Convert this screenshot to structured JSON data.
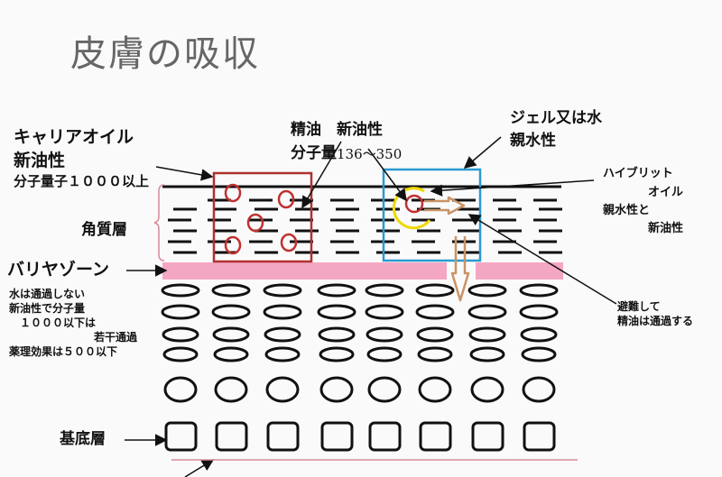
{
  "title": "皮膚の吸収",
  "carrier_oil": {
    "heading": "キャリアオイル",
    "property": "新油性",
    "molecular_weight": "分子量子１０００以上"
  },
  "essential_oil": {
    "heading": "精油　新油性",
    "molecular_weight_prefix": "分子量",
    "molecular_weight_range": "136〜350"
  },
  "gel_water": {
    "heading": "ジェル又は水",
    "property": "親水性"
  },
  "hybrid_oil": {
    "line1": "ハイブリット",
    "line2": "オイル",
    "line3": "親水性と",
    "line4": "新油性"
  },
  "layers": {
    "stratum_corneum": "角質層",
    "barrier_zone": "バリヤゾーン",
    "basal_layer": "基底層"
  },
  "barrier_note": {
    "line1": "水は通過しない",
    "line2": "新油性で分子量",
    "line3": "１０００以下は",
    "line4": "若干通過",
    "line5": "薬理効果は５００以下"
  },
  "bypass_note": {
    "line1": "避難して",
    "line2": "精油は通過する"
  },
  "colors": {
    "barrier_pink": "#f4a7c3",
    "essential_box_red": "#b03030",
    "gel_box_blue": "#2a9ad0",
    "arrow_tan": "#c99366",
    "hybrid_ring_yellow": "#f0d800",
    "basal_line": "#d88a9a"
  }
}
